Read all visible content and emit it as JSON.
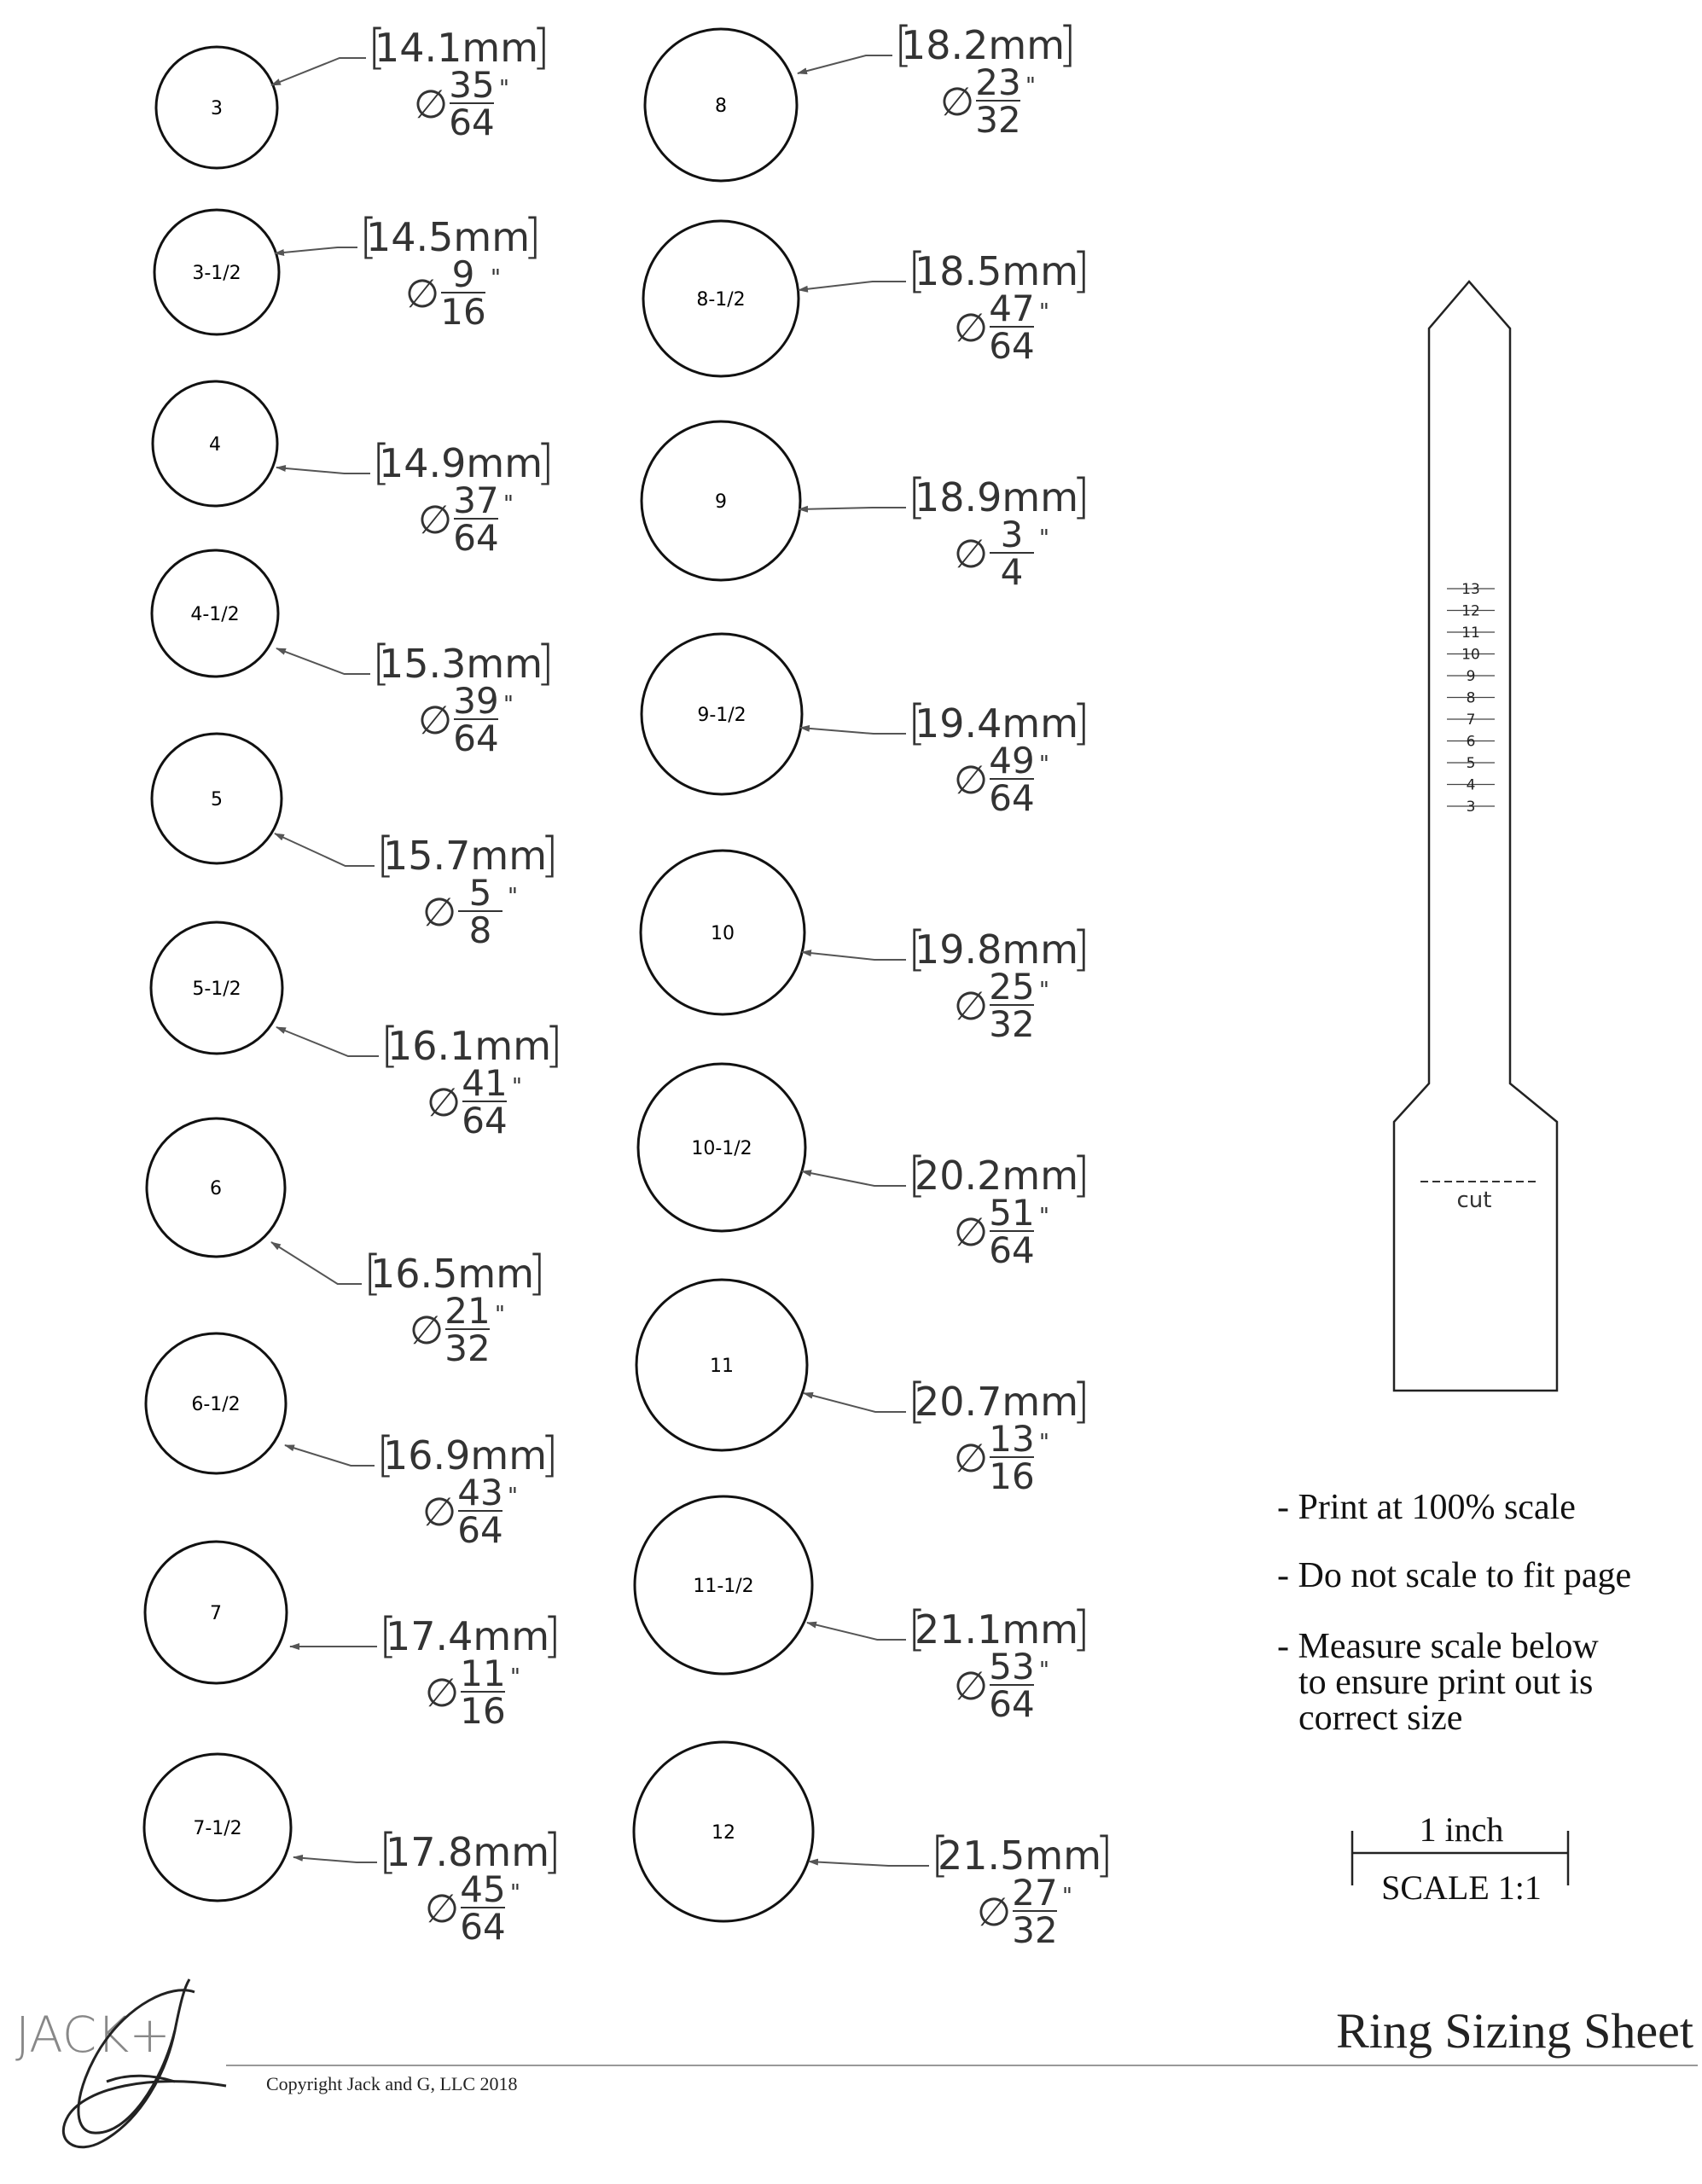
{
  "rings": [
    {
      "size": "3",
      "mm": "14.1mm",
      "num": "35",
      "den": "64"
    },
    {
      "size": "3-1/2",
      "mm": "14.5mm",
      "num": "9",
      "den": "16"
    },
    {
      "size": "4",
      "mm": "14.9mm",
      "num": "37",
      "den": "64"
    },
    {
      "size": "4-1/2",
      "mm": "15.3mm",
      "num": "39",
      "den": "64"
    },
    {
      "size": "5",
      "mm": "15.7mm",
      "num": "5",
      "den": "8"
    },
    {
      "size": "5-1/2",
      "mm": "16.1mm",
      "num": "41",
      "den": "64"
    },
    {
      "size": "6",
      "mm": "16.5mm",
      "num": "21",
      "den": "32"
    },
    {
      "size": "6-1/2",
      "mm": "16.9mm",
      "num": "43",
      "den": "64"
    },
    {
      "size": "7",
      "mm": "17.4mm",
      "num": "11",
      "den": "16"
    },
    {
      "size": "7-1/2",
      "mm": "17.8mm",
      "num": "45",
      "den": "64"
    },
    {
      "size": "8",
      "mm": "18.2mm",
      "num": "23",
      "den": "32"
    },
    {
      "size": "8-1/2",
      "mm": "18.5mm",
      "num": "47",
      "den": "64"
    },
    {
      "size": "9",
      "mm": "18.9mm",
      "num": "3",
      "den": "4"
    },
    {
      "size": "9-1/2",
      "mm": "19.4mm",
      "num": "49",
      "den": "64"
    },
    {
      "size": "10",
      "mm": "19.8mm",
      "num": "25",
      "den": "32"
    },
    {
      "size": "10-1/2",
      "mm": "20.2mm",
      "num": "51",
      "den": "64"
    },
    {
      "size": "11",
      "mm": "20.7mm",
      "num": "13",
      "den": "16"
    },
    {
      "size": "11-1/2",
      "mm": "21.1mm",
      "num": "53",
      "den": "64"
    },
    {
      "size": "12",
      "mm": "21.5mm",
      "num": "27",
      "den": "32"
    }
  ],
  "symbols": {
    "diameter": "∅",
    "inch_mark": "\""
  },
  "sizer_ticks": [
    "13",
    "12",
    "11",
    "10",
    "9",
    "8",
    "7",
    "6",
    "5",
    "4",
    "3"
  ],
  "sizer": {
    "cut_label": "cut"
  },
  "notes": [
    "- Print at 100% scale",
    "- Do not scale to fit page",
    "- Measure scale below",
    "to ensure print out is",
    "correct size"
  ],
  "scale_bar": {
    "length_label": "1 inch",
    "ratio_label": "SCALE 1:1"
  },
  "footer": {
    "title": "Ring Sizing Sheet",
    "copyright": "Copyright Jack and G, LLC  2018",
    "logo_text": "JACK+"
  },
  "colors": {
    "ink": "#000000",
    "dimension_text": "#333333",
    "arrow": "#555555",
    "footer_rule": "#999999"
  }
}
